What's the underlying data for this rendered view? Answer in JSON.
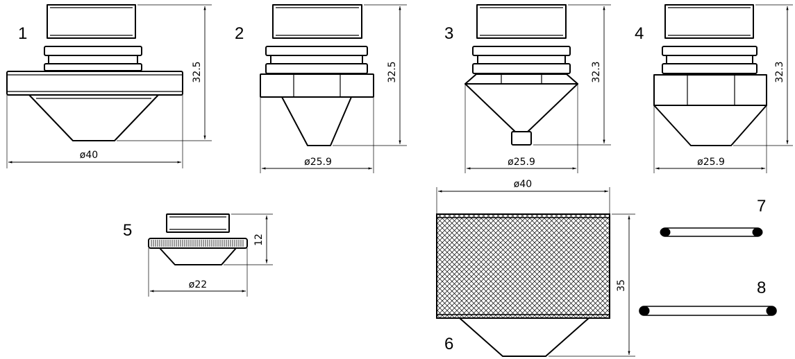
{
  "parts": [
    {
      "number": "1",
      "dims": {
        "diameter": "ø40",
        "height": "32.5"
      }
    },
    {
      "number": "2",
      "dims": {
        "diameter": "ø25.9",
        "height": "32.5"
      }
    },
    {
      "number": "3",
      "dims": {
        "diameter": "ø25.9",
        "height": "32.3"
      }
    },
    {
      "number": "4",
      "dims": {
        "diameter": "ø25.9",
        "height": "32.3"
      }
    },
    {
      "number": "5",
      "dims": {
        "diameter": "ø22",
        "height": "12"
      }
    },
    {
      "number": "6",
      "dims": {
        "diameter": "ø40",
        "height": "35"
      }
    },
    {
      "number": "7"
    },
    {
      "number": "8"
    }
  ],
  "colors": {
    "line": "#000000",
    "background": "#ffffff"
  }
}
